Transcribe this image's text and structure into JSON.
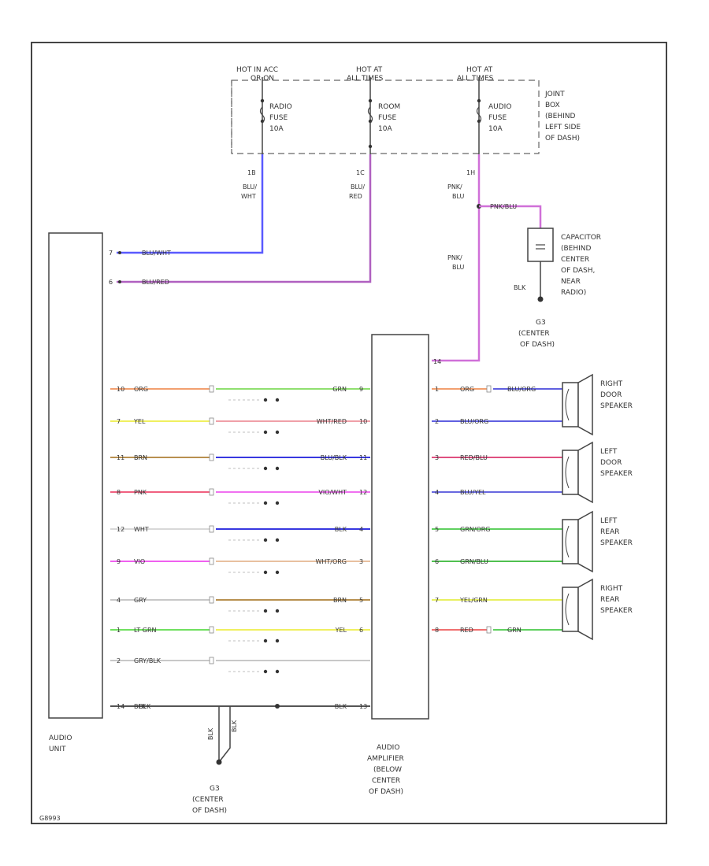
{
  "fuses": {
    "hot_labels": [
      [
        "HOT IN ACC",
        "OR ON"
      ],
      [
        "HOT AT",
        "ALL TIMES"
      ],
      [
        "HOT AT",
        "ALL TIMES"
      ]
    ],
    "fuse_labels": [
      [
        "RADIO",
        "FUSE",
        "10A"
      ],
      [
        "ROOM",
        "FUSE",
        "10A"
      ],
      [
        "AUDIO",
        "FUSE",
        "10A"
      ]
    ],
    "joint_box": [
      "JOINT",
      "BOX",
      "(BEHIND",
      "LEFT SIDE",
      "OF DASH)"
    ],
    "bottom_terms": [
      "1B",
      "1C",
      "1H"
    ]
  },
  "wires": {
    "blu_wht": [
      "BLU/",
      "WHT"
    ],
    "blu_red": [
      "BLU/",
      "RED"
    ],
    "pnk_blu": [
      "PNK/",
      "BLU"
    ],
    "pnk_blu2": [
      "PNK/",
      "BLU"
    ],
    "pnk_blu_h": "PNK/BLU",
    "blu_wht_h": "BLU/WHT",
    "blu_red_h": "BLU/RED",
    "blk_cap": "BLK",
    "blk_bottom": "BLK",
    "blk_bottom2": "BLK",
    "blk_vert": [
      "BLK",
      "BLK"
    ]
  },
  "capacitor": [
    "CAPACITOR",
    "(BEHIND",
    "CENTER",
    "OF DASH,",
    "NEAR",
    "RADIO)"
  ],
  "ground_top": [
    "G3",
    "(CENTER",
    "OF DASH)"
  ],
  "ground_bottom": [
    "G3",
    "(CENTER",
    "OF DASH)"
  ],
  "audio_unit": [
    "AUDIO",
    "UNIT"
  ],
  "amplifier": [
    "AUDIO",
    "AMPLIFIER",
    "(BELOW",
    "CENTER",
    "OF DASH)"
  ],
  "left_rows": [
    {
      "pin": "10",
      "color": "ORG",
      "right": "GRN",
      "rpin": "9"
    },
    {
      "pin": "7",
      "color": "YEL",
      "right": "WHT/RED",
      "rpin": "10"
    },
    {
      "pin": "11",
      "color": "BRN",
      "right": "BLU/BLK",
      "rpin": "11"
    },
    {
      "pin": "8",
      "color": "PNK",
      "right": "VIO/WHT",
      "rpin": "12"
    },
    {
      "pin": "12",
      "color": "WHT",
      "right": "BLK",
      "rpin": "4"
    },
    {
      "pin": "9",
      "color": "VIO",
      "right": "WHT/ORG",
      "rpin": "3"
    },
    {
      "pin": "4",
      "color": "GRY",
      "right": "BRN",
      "rpin": "5"
    },
    {
      "pin": "1",
      "color": "LT GRN",
      "right": "YEL",
      "rpin": "6"
    },
    {
      "pin": "2",
      "color": "GRY/BLK",
      "right": "",
      "rpin": ""
    },
    {
      "pin": "14",
      "color": "BLK",
      "right": "BLK",
      "rpin": "13"
    }
  ],
  "speaker_rows": [
    {
      "pin": "1",
      "color": "ORG",
      "color2": "BLU/ORG"
    },
    {
      "pin": "2",
      "color": "BLU/ORG",
      "color2": ""
    },
    {
      "pin": "3",
      "color": "RED/BLU",
      "color2": ""
    },
    {
      "pin": "4",
      "color": "BLU/YEL",
      "color2": ""
    },
    {
      "pin": "5",
      "color": "GRN/ORG",
      "color2": ""
    },
    {
      "pin": "6",
      "color": "GRN/BLU",
      "color2": ""
    },
    {
      "pin": "7",
      "color": "YEL/GRN",
      "color2": ""
    },
    {
      "pin": "8",
      "color": "RED",
      "color2": "GRN"
    }
  ],
  "speakers": [
    [
      "RIGHT",
      "DOOR",
      "SPEAKER"
    ],
    [
      "LEFT",
      "DOOR",
      "SPEAKER"
    ],
    [
      "LEFT",
      "REAR",
      "SPEAKER"
    ],
    [
      "RIGHT",
      "REAR",
      "SPEAKER"
    ]
  ],
  "upper_pins": {
    "blu_wht": "7",
    "blu_red": "6",
    "amp_pink": "14"
  },
  "footer_id": "G8993"
}
